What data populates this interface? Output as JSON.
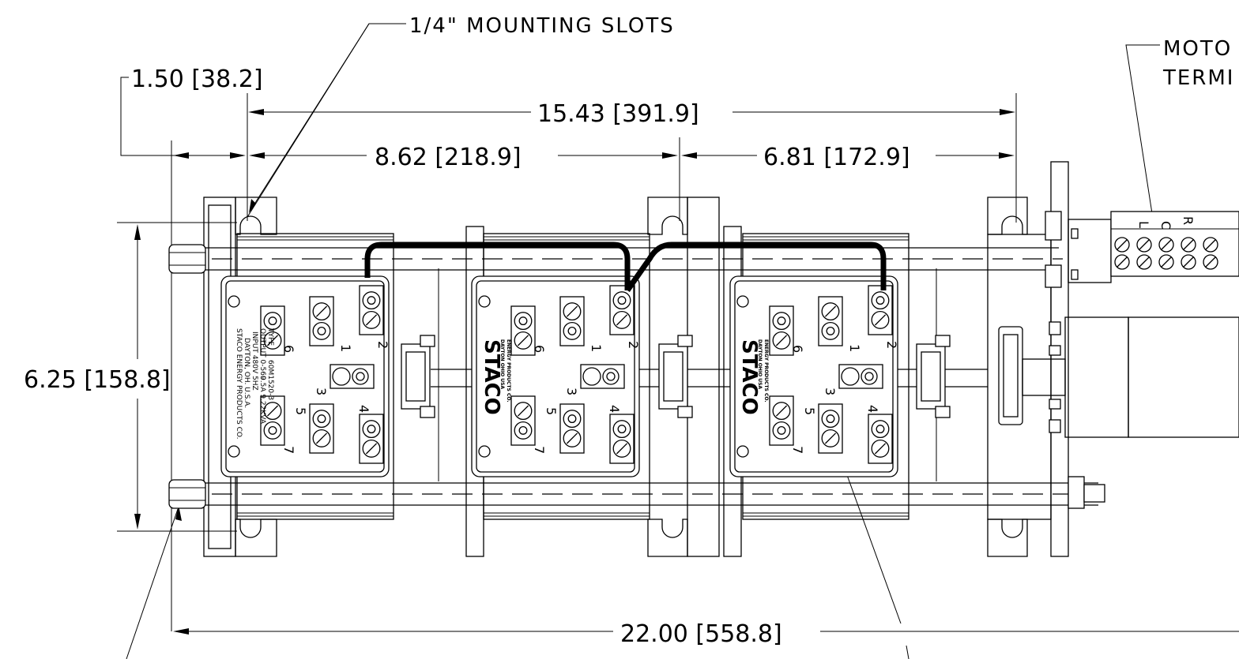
{
  "callouts": {
    "mounting_slots": "1/4\" MOUNTING SLOTS",
    "motor_line1": "MOTO",
    "motor_line2": "TERMI"
  },
  "dimensions": {
    "slot_offset": "1.50 [38.2]",
    "slot_span": "15.43 [391.9]",
    "left_pitch": "8.62 [218.9]",
    "right_pitch": "6.81 [172.9]",
    "height": "6.25 [158.8]",
    "overall_length": "22.00 [558.8]"
  },
  "nameplate": {
    "line1": "STACO ENERGY PRODUCTS CO.",
    "line2": "DAYTON, OH. U.S.A.",
    "line3": "INPUT 480V",
    "line4": "5HZ",
    "line5": "OUTPUT 0-560",
    "line6": "9.5A 9.22KVA",
    "line7": "TYPE",
    "line8": "60M1520-3"
  },
  "brand_plates": {
    "logo": "STACO",
    "line1": "ENERGY PRODUCTS CO.",
    "line2": "DAYTON OHIO USA"
  },
  "terminal_numbers": [
    "1",
    "2",
    "3",
    "4",
    "5",
    "6",
    "7"
  ],
  "motor_terminal_letters": [
    "L",
    "C",
    "R"
  ]
}
